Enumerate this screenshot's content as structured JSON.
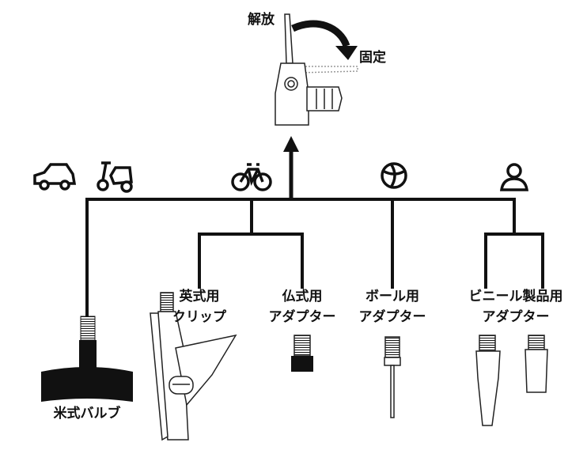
{
  "colors": {
    "line": "#111111",
    "fill_light": "#ffffff",
    "fill_dark": "#111111",
    "gray": "#d9d9d9"
  },
  "head": {
    "release_label": "解放",
    "lock_label": "固定"
  },
  "icons": [
    "car-icon",
    "scooter-icon",
    "bicycle-icon",
    "ball-icon",
    "person-icon"
  ],
  "valves": {
    "american": {
      "label": "米式バルブ"
    },
    "british": {
      "line1": "英式用",
      "line2": "クリップ"
    },
    "french": {
      "line1": "仏式用",
      "line2": "アダプター"
    },
    "ball": {
      "line1": "ボール用",
      "line2": "アダプター"
    },
    "vinyl": {
      "line1": "ビニール製品用",
      "line2": "アダプター"
    }
  }
}
